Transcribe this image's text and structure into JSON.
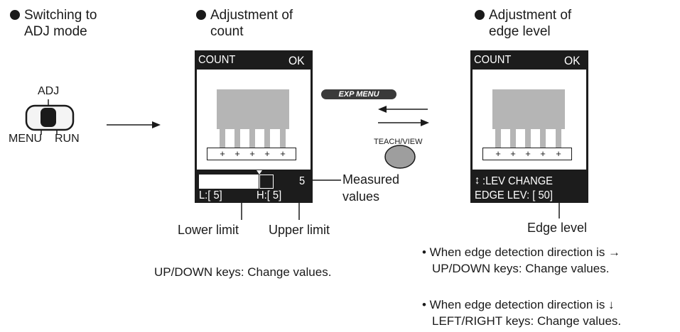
{
  "headings": {
    "switching_line1": "Switching to",
    "switching_line2": "ADJ mode",
    "count_line1": "Adjustment of",
    "count_line2": "count",
    "edge_line1": "Adjustment of",
    "edge_line2": "edge level"
  },
  "switch": {
    "adj_label": "ADJ",
    "menu_label": "MENU",
    "run_label": "RUN"
  },
  "count_screen": {
    "title": "COUNT",
    "status": "OK",
    "plus_marks": [
      "+",
      "+",
      "+",
      "+",
      "+"
    ],
    "measured_value": "5",
    "lower_text": "L:[   5]",
    "upper_text": "H:[   5]"
  },
  "edge_screen": {
    "title": "COUNT",
    "status": "OK",
    "plus_marks": [
      "+",
      "+",
      "+",
      "+",
      "+"
    ],
    "lev_change": ":LEV CHANGE",
    "edge_lev": "EDGE LEV: [  50]"
  },
  "callouts": {
    "measured_line1": "Measured",
    "measured_line2": "values",
    "lower_limit": "Lower limit",
    "upper_limit": "Upper limit",
    "edge_level": "Edge level"
  },
  "buttons": {
    "exp_menu": "EXP MENU",
    "teach_view": "TEACH/VIEW"
  },
  "notes": {
    "count_note": "UP/DOWN keys: Change values.",
    "edge_note1_line1": "• When edge detection direction is →",
    "edge_note1_line2": "UP/DOWN keys: Change values.",
    "edge_note2_line1": "• When edge detection direction is ↓",
    "edge_note2_line2": "LEFT/RIGHT keys: Change values."
  },
  "colors": {
    "ink": "#1a1a1a",
    "screen_bg": "#1c1c1c",
    "gray": "#b5b5b5"
  }
}
